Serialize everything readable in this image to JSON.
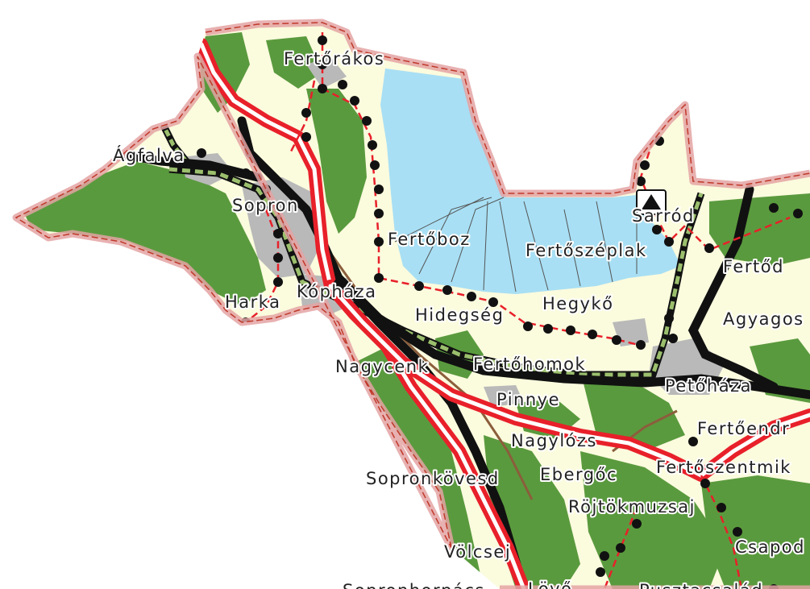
{
  "map": {
    "place_labels": [
      {
        "id": "fertorakos",
        "text": "Fertőrákos"
      },
      {
        "id": "agfalva",
        "text": "Ágfalva"
      },
      {
        "id": "sopron",
        "text": "Sopron"
      },
      {
        "id": "fertoboz",
        "text": "Fertőboz"
      },
      {
        "id": "sarrod",
        "text": "Sarród"
      },
      {
        "id": "fertoszeplak",
        "text": "Fertőszéplak"
      },
      {
        "id": "fertod",
        "text": "Fertőd"
      },
      {
        "id": "harka",
        "text": "Harka"
      },
      {
        "id": "kophaza",
        "text": "Kópháza"
      },
      {
        "id": "hidegseg",
        "text": "Hidegség"
      },
      {
        "id": "hegyko",
        "text": "Hegykő"
      },
      {
        "id": "agyagos",
        "text": "Agyagos"
      },
      {
        "id": "nagycenk",
        "text": "Nagycenk"
      },
      {
        "id": "fertohomok",
        "text": "Fertőhomok"
      },
      {
        "id": "petohaza",
        "text": "Petőháza"
      },
      {
        "id": "pinnye",
        "text": "Pinnye"
      },
      {
        "id": "fertoendr",
        "text": "Fertőendr"
      },
      {
        "id": "nagylozs",
        "text": "Nagylózs"
      },
      {
        "id": "fertoszentmik",
        "text": "Fertőszentmik"
      },
      {
        "id": "sopronkovesd",
        "text": "Sopronkövesd"
      },
      {
        "id": "ebergoc",
        "text": "Ebergőc"
      },
      {
        "id": "rojtokmuzsaj",
        "text": "Röjtökmuzsaj"
      },
      {
        "id": "volcsej",
        "text": "Völcsej"
      },
      {
        "id": "csapod",
        "text": "Csapod"
      },
      {
        "id": "sopronhorpacs",
        "text": "Sopronhorpács"
      },
      {
        "id": "lovo",
        "text": "Lövő"
      },
      {
        "id": "pusztacsalad",
        "text": "Pusztacsalád"
      }
    ],
    "markers": [
      {
        "id": "sarrod-monument",
        "icon": "triangle-monument-icon"
      }
    ],
    "colors": {
      "water": "#a8dff4",
      "forest": "#5a9a3e",
      "farmland": "#fbfbde",
      "urban": "#b9b9b9",
      "boundary": "#d98a8a",
      "motorway": "#e8202a",
      "main_road": "#111111",
      "railway": "#6d9a4d",
      "secondary_road": "#e8202a"
    }
  }
}
